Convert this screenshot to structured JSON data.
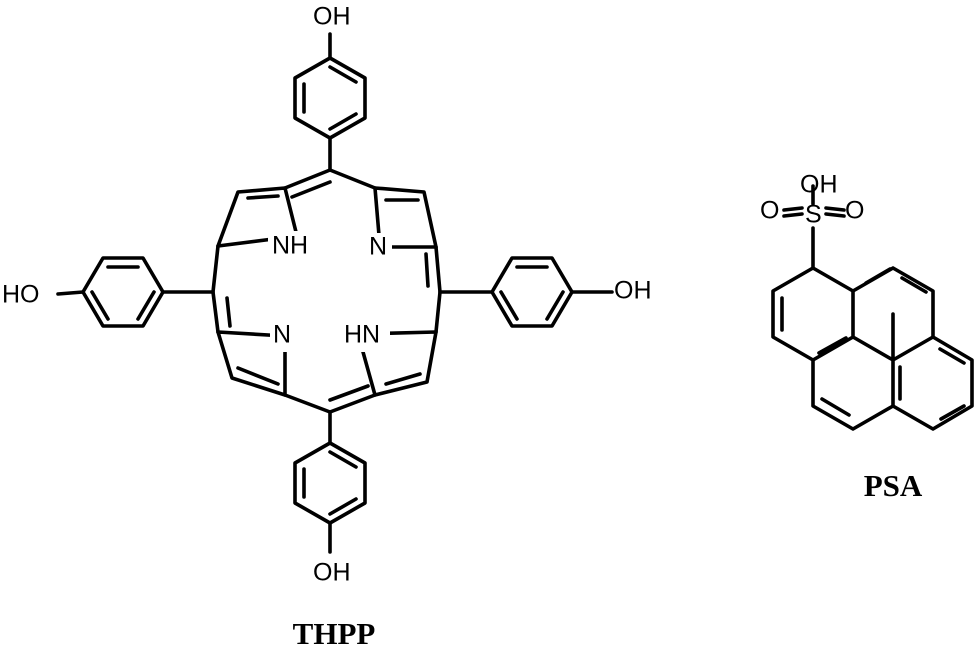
{
  "molecules": {
    "thpp": {
      "caption": "THPP",
      "atoms": {
        "oh_top": "OH",
        "oh_left": "HO",
        "oh_right": "OH",
        "oh_bottom": "OH",
        "nh_upper_left": "NH",
        "n_upper_right": "N",
        "n_lower_left": "N",
        "hn_lower_right": "HN"
      }
    },
    "psa": {
      "caption": "PSA",
      "atoms": {
        "oh": "OH",
        "o_left": "O",
        "s": "S",
        "o_right": "O"
      }
    }
  },
  "colors": {
    "ink": "#000000",
    "background": "#ffffff"
  }
}
